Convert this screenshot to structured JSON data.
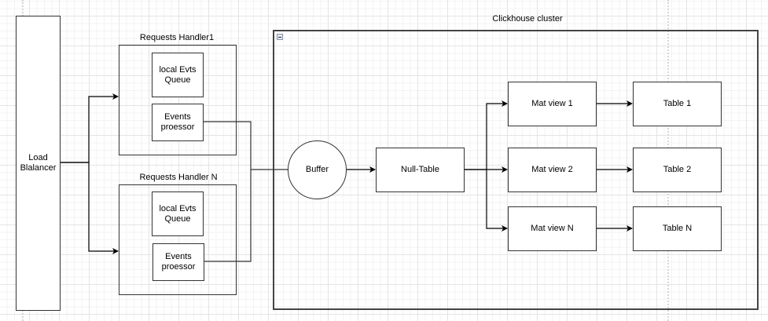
{
  "diagram": {
    "nodes": {
      "load_balancer": "Load\nBlalancer",
      "handler1": {
        "title": "Requests Handler1",
        "queue": "local Evts\nQueue",
        "processor": "Events\nproessor"
      },
      "handlerN": {
        "title": "Requests Handler N",
        "queue": "local Evts\nQueue",
        "processor": "Events\nproessor"
      },
      "cluster": {
        "title": "Clickhouse cluster"
      },
      "buffer": "Buffer",
      "null_table": "Null-Table",
      "mat_views": [
        "Mat view 1",
        "Mat view 2",
        "Mat view N"
      ],
      "tables": [
        "Table 1",
        "Table 2",
        "Table N"
      ]
    },
    "edges": [
      {
        "from": "Load Blalancer",
        "to": "Requests Handler1",
        "arrow": true
      },
      {
        "from": "Load Blalancer",
        "to": "Requests Handler N",
        "arrow": true
      },
      {
        "from": "Requests Handler1 / Events proessor",
        "to": "Buffer",
        "arrow": false
      },
      {
        "from": "Requests Handler N / Events proessor",
        "to": "Buffer",
        "arrow": false
      },
      {
        "from": "Buffer",
        "to": "Null-Table",
        "arrow": true
      },
      {
        "from": "Null-Table",
        "to": "Mat view 1",
        "arrow": true
      },
      {
        "from": "Null-Table",
        "to": "Mat view 2",
        "arrow": true
      },
      {
        "from": "Null-Table",
        "to": "Mat view N",
        "arrow": true
      },
      {
        "from": "Mat view 1",
        "to": "Table 1",
        "arrow": true
      },
      {
        "from": "Mat view 2",
        "to": "Table 2",
        "arrow": true
      },
      {
        "from": "Mat view N",
        "to": "Table N",
        "arrow": true
      }
    ]
  }
}
